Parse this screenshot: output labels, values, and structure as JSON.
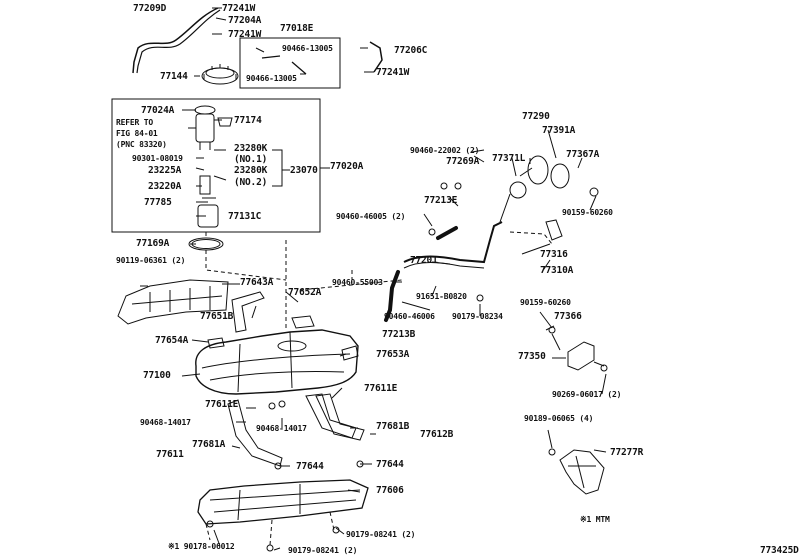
{
  "diagram_id": "773425D",
  "footnote": "※1 MTM",
  "refer": {
    "line1": "REFER TO",
    "line2": "FIG 84-01",
    "line3": "(PNC 83320)"
  },
  "parts": {
    "p77209D": "77209D",
    "p77241W_1": "77241W",
    "p77204A": "77204A",
    "p77241W_2": "77241W",
    "p77018E": "77018E",
    "p90466_13005_a": "90466-13005",
    "p90466_13005_b": "90466-13005",
    "p77206C": "77206C",
    "p77144": "77144",
    "p77241W_3": "77241W",
    "p77024A": "77024A",
    "p77174": "77174",
    "p23280K_1": "23280K",
    "no1": "(NO.1)",
    "p90301": "90301-08019",
    "p23225A": "23225A",
    "p23280K_2": "23280K",
    "no2": "(NO.2)",
    "p23070": "23070",
    "p23220A": "23220A",
    "p77020A": "77020A",
    "p77785": "77785",
    "p77131C": "77131C",
    "p77169A": "77169A",
    "p90119": "90119-06361 (2)",
    "p77643A": "77643A",
    "p77652A": "77652A",
    "p77651B": "77651B",
    "p77654A": "77654A",
    "p77653A": "77653A",
    "p77100": "77100",
    "p77611E_r": "77611E",
    "p77611E_l": "77611E",
    "p90468_a": "90468-14017",
    "p90468_b": "90468-14017",
    "p77681B": "77681B",
    "p77612B": "77612B",
    "p77681A": "77681A",
    "p77611": "77611",
    "p77644_a": "77644",
    "p77644_b": "77644",
    "p77606": "77606",
    "p90179_08241_a": "90179-08241 (2)",
    "p90178": "※1 90178-06012",
    "p90179_08241_b": "90179-08241 (2)",
    "p77290": "77290",
    "p77391A": "77391A",
    "p90460_22002": "90460-22002 (2)",
    "p77269A": "77269A",
    "p77371L": "77371L",
    "p77367A": "77367A",
    "p77213E": "77213E",
    "p90159_60260_a": "90159-60260",
    "p90460_46005": "90460-46005 (2)",
    "p77316": "77316",
    "p77201": "77201",
    "p77310A": "77310A",
    "p90460_55003": "90460-55003",
    "p91651": "91651-B0820",
    "p90460_46006": "90460-46006",
    "p90179_08234": "90179-08234",
    "p77213B": "77213B",
    "p90159_60260_b": "90159-60260",
    "p77366": "77366",
    "p77350": "77350",
    "p90269": "90269-06017 (2)",
    "p90189": "90189-06065 (4)",
    "p77277R": "77277R"
  }
}
